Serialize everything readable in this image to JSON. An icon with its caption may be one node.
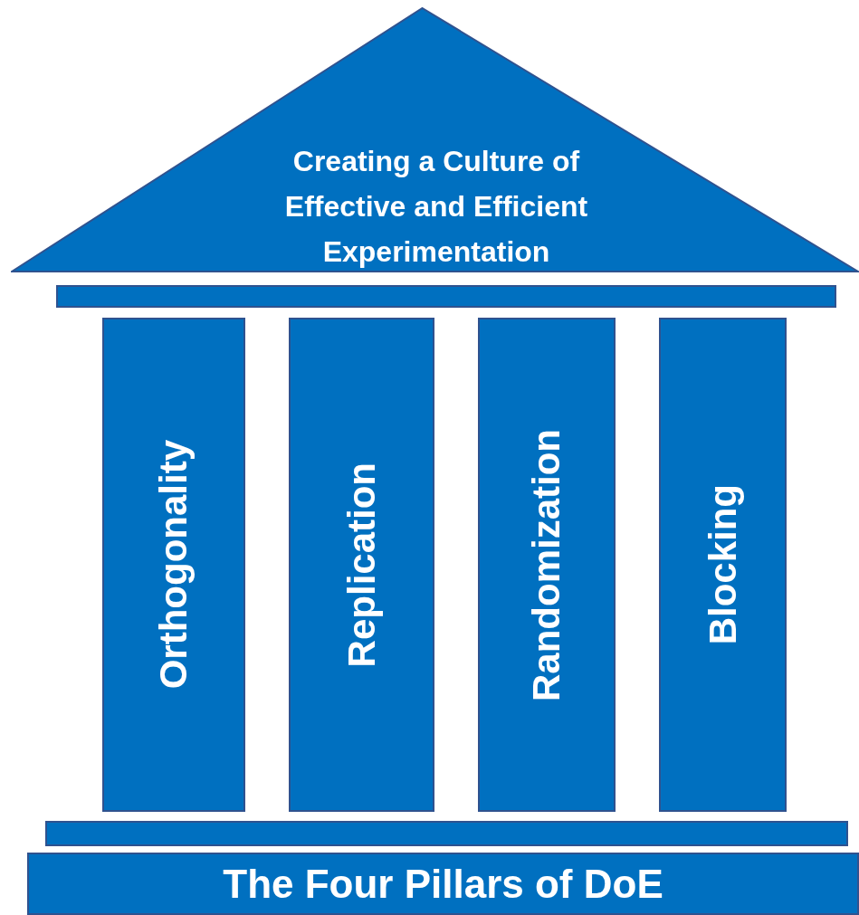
{
  "diagram": {
    "nodes": [
      {
        "text": [
          "Creating a Culture of Effective and Efficient Experimentation"
        ]
      },
      {
        "text": [],
        "shape": "bar"
      },
      {
        "text": [
          "Orthogonality"
        ]
      },
      {
        "text": [
          "Replication"
        ]
      },
      {
        "text": [
          "Randomization"
        ]
      },
      {
        "text": [
          "Blocking"
        ]
      },
      {
        "text": [],
        "shape": "bar"
      },
      {
        "text": [
          "The Four Pillars of DoE"
        ]
      }
    ],
    "edges": []
  }
}
